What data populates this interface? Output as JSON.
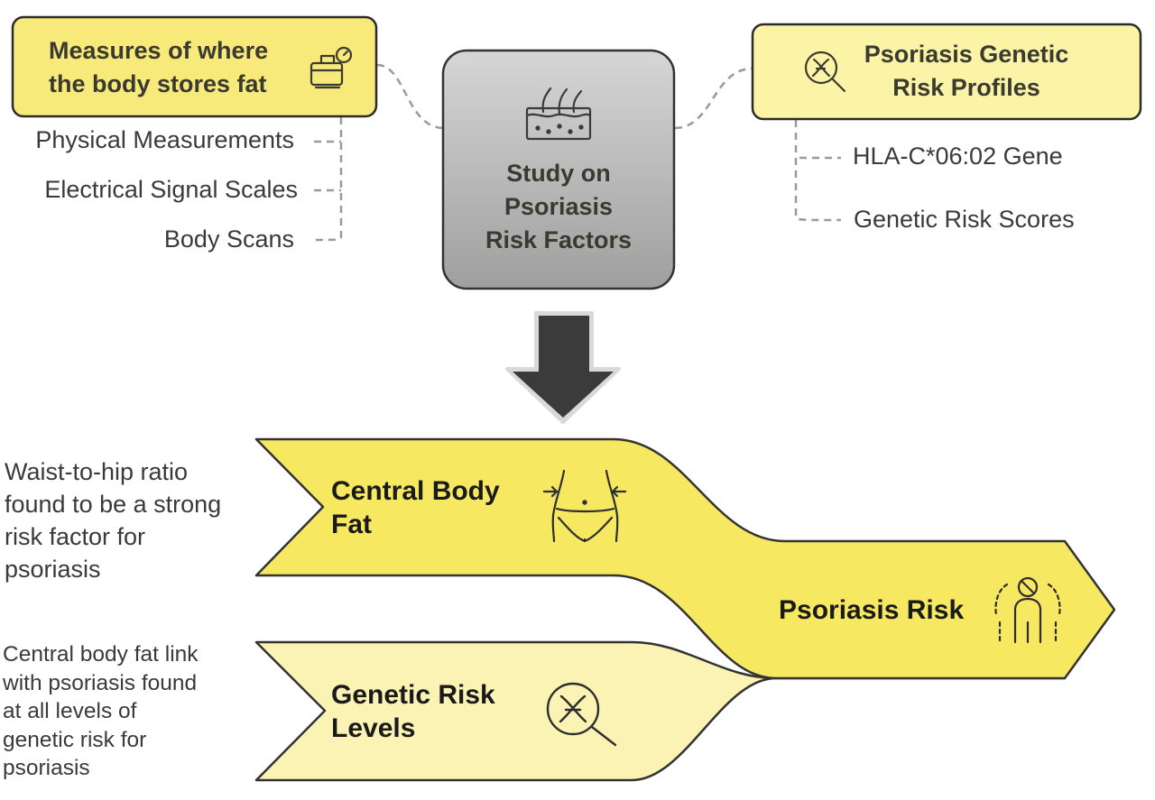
{
  "diagram": {
    "center": {
      "title_lines": [
        "Study on",
        "Psoriasis",
        "Risk Factors"
      ],
      "icon": "skin-layers-icon"
    },
    "left_box": {
      "title_lines": [
        "Measures of where",
        "the body stores fat"
      ],
      "icon": "weighing-scale-icon",
      "items": [
        "Physical Measurements",
        "Electrical Signal Scales",
        "Body Scans"
      ]
    },
    "right_box": {
      "title_lines": [
        "Psoriasis Genetic",
        "Risk Profiles"
      ],
      "icon": "dna-magnifier-icon",
      "items": [
        "HLA-C*06:02 Gene",
        "Genetic Risk Scores"
      ]
    },
    "arrow": {
      "icon": "down-arrow-icon"
    },
    "flows": {
      "central_fat": {
        "title_lines": [
          "Central Body",
          "Fat"
        ],
        "icon": "waist-measure-icon"
      },
      "genetic": {
        "title_lines": [
          "Genetic Risk",
          "Levels"
        ],
        "icon": "dna-search-icon"
      },
      "outcome": {
        "title": "Psoriasis Risk",
        "icon": "person-risk-icon"
      }
    },
    "notes": {
      "central_fat": [
        "Waist-to-hip ratio",
        "found to be a strong",
        "risk factor for",
        "psoriasis"
      ],
      "genetic": [
        "Central body fat link",
        "with psoriasis found",
        "at all levels of",
        "genetic risk for",
        "psoriasis"
      ]
    },
    "colors": {
      "box_fill": "#f7ea7a",
      "box_border": "#2b2b2b",
      "light_box_fill": "#fbf3a6",
      "center_fill": "#b7b7b7",
      "flow_dark": "#f6e861",
      "flow_light": "#faf3b4",
      "arrow": "#3b3b3b",
      "dashed": "#9a9a9a"
    }
  }
}
